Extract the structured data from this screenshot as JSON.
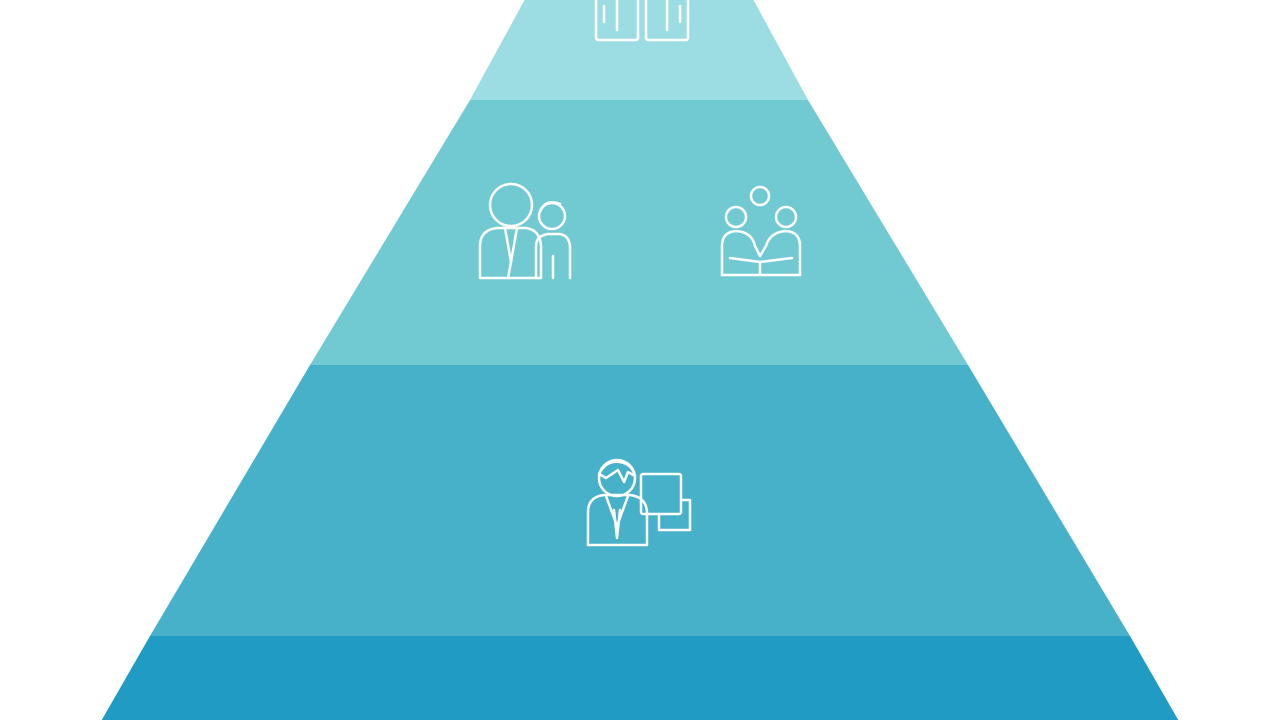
{
  "diagram": {
    "type": "pyramid",
    "tiers": [
      {
        "id": "top",
        "color": "#9bdde2",
        "icons": [
          "office-doors-icon"
        ]
      },
      {
        "id": "upper-middle",
        "color": "#71cad2",
        "icons": [
          "family-icon",
          "meeting-icon"
        ]
      },
      {
        "id": "lower-middle",
        "color": "#46b1c9",
        "icons": [
          "employee-computer-icon"
        ]
      },
      {
        "id": "base",
        "color": "#1f9bc4",
        "icons": []
      }
    ]
  }
}
